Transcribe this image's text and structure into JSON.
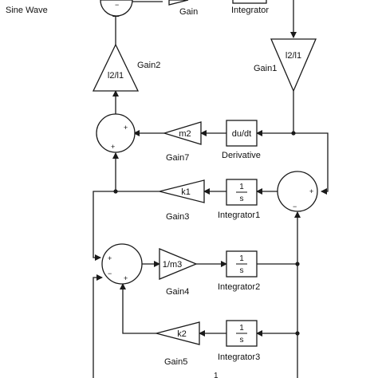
{
  "blocks": {
    "sine_wave": {
      "label": "Sine Wave"
    },
    "gain_top": {
      "label": "Gain"
    },
    "integrator_top": {
      "label": "Integrator"
    },
    "gain1": {
      "text": "l2/l1",
      "label": "Gain1"
    },
    "gain2": {
      "text": "l2/l1",
      "label": "Gain2"
    },
    "gain7": {
      "text": "m2",
      "label": "Gain7"
    },
    "derivative": {
      "text": "du/dt",
      "label": "Derivative"
    },
    "gain3": {
      "text": "k1",
      "label": "Gain3"
    },
    "integrator1": {
      "num": "1",
      "den": "s",
      "label": "Integrator1"
    },
    "gain4": {
      "text": "1/m3",
      "label": "Gain4"
    },
    "integrator2": {
      "num": "1",
      "den": "s",
      "label": "Integrator2"
    },
    "gain5": {
      "text": "k2",
      "label": "Gain5"
    },
    "integrator3": {
      "num": "1",
      "den": "s",
      "label": "Integrator3"
    }
  },
  "sums": {
    "sum_top": {
      "signs": [
        "+",
        "+"
      ]
    },
    "sum_right": {
      "signs": [
        "+",
        "−"
      ]
    },
    "sum_mid": {
      "signs": [
        "+",
        "+",
        "−"
      ]
    }
  },
  "partial_text": "1"
}
